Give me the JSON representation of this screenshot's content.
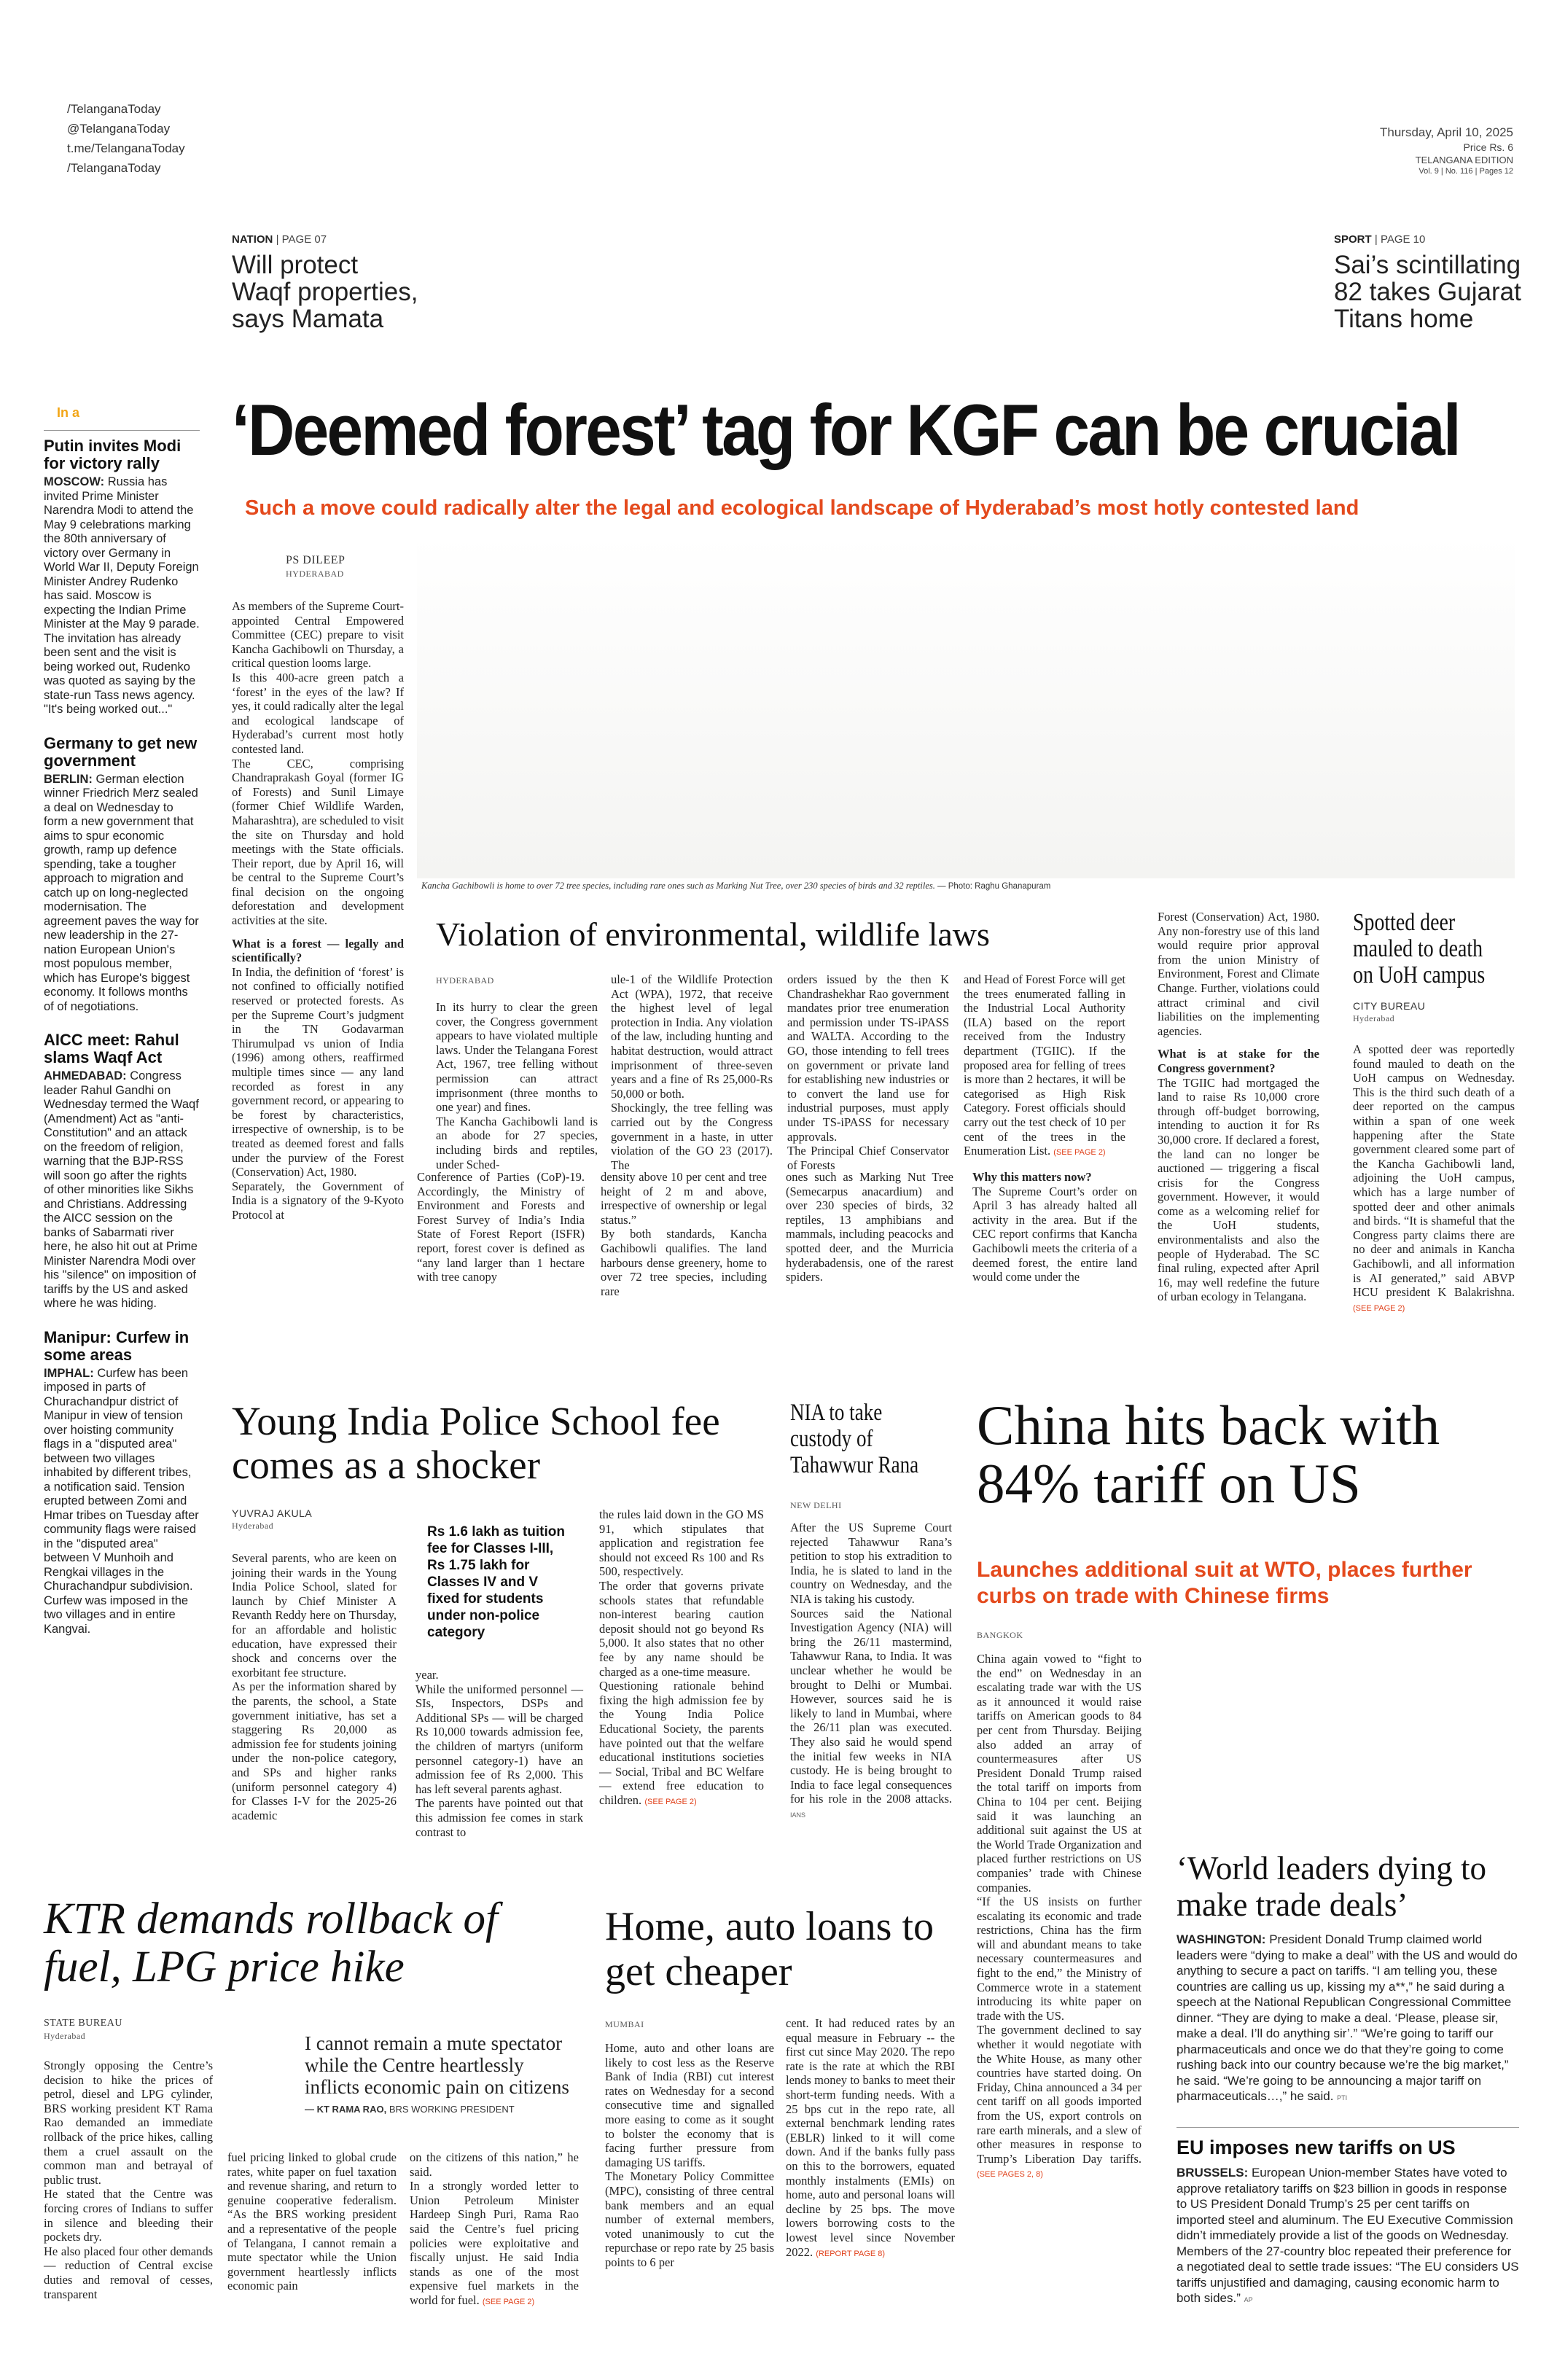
{
  "social": [
    "/TelanganaToday",
    "@TelanganaToday",
    "t.me/TelanganaToday",
    "/TelanganaToday"
  ],
  "dateline": {
    "date": "Thursday, April 10, 2025",
    "price": "Price Rs. 6",
    "edition": "TELANGANA EDITION",
    "vol": "Vol. 9 | No. 116 | Pages 12"
  },
  "teasers": [
    {
      "section": "NATION",
      "page": "PAGE 07",
      "text": "Will protect Waqf properties, says Mamata"
    },
    {
      "section": "SPORT",
      "page": "PAGE 10",
      "text": "Sai’s scintillating 82 takes Gujarat Titans home"
    }
  ],
  "sidebar_tag": "In a",
  "briefs": [
    {
      "title": "Putin invites Modi for victory rally",
      "place": "MOSCOW:",
      "text": "Russia has invited Prime Minister Narendra Modi to attend the May 9 celebrations marking the 80th anniversary of victory over Germany in World War II, Deputy Foreign Minister Andrey Rudenko has said. Moscow is expecting the Indian Prime Minister at the May 9 parade. The invitation has already been sent and the visit is being worked out, Rudenko was quoted as saying by the state-run Tass news agency. \"It's being worked out...\""
    },
    {
      "title": "Germany to get new government",
      "place": "BERLIN:",
      "text": "German election winner Friedrich Merz sealed a deal on Wednesday to form a new government that aims to spur economic growth, ramp up defence spending, take a tougher approach to migration and catch up on long-neglected modernisation. The agreement paves the way for new leadership in the 27-nation European Union's most populous member, which has Europe's biggest economy. It follows months of of negotiations."
    },
    {
      "title": "AICC meet: Rahul slams Waqf Act",
      "place": "AHMEDABAD:",
      "text": "Congress leader Rahul Gandhi on Wednesday termed the Waqf (Amendment) Act as \"anti-Constitution\" and an attack on the freedom of religion, warning that the BJP-RSS will soon go after the rights of other minorities like Sikhs and Christians. Addressing the AICC session on the banks of Sabarmati river here, he also hit out at Prime Minister Narendra Modi over his \"silence\" on imposition of tariffs by the US and asked where he was hiding."
    },
    {
      "title": "Manipur: Curfew in some areas",
      "place": "IMPHAL:",
      "text": "Curfew has been imposed in parts of Churachandpur district of Manipur in view of tension over hoisting community flags in a \"disputed area\" between two villages inhabited by different tribes, a notification said. Tension erupted between Zomi and Hmar tribes on Tuesday after community flags were raised in the \"disputed area\" between V Munhoih and Rengkai villages in the Churachandpur subdivision. Curfew was imposed in the two villages and in entire Kangvai."
    }
  ],
  "lead": {
    "headline": "‘Deemed forest’ tag for KGF can be crucial",
    "subhead": "Such a move could radically alter the legal and ecological landscape of Hyderabad’s most hotly contested land",
    "byline": "PS DILEEP",
    "place": "HYDERABAD",
    "col1": "As members of the Supreme Court-appointed Central Empowered Committee (CEC) prepare to visit Kancha Gachibowli on Thursday, a critical question looms large.\nIs this 400-acre green patch a ‘forest’ in the eyes of the law? If yes, it could radically alter the legal and ecological landscape of Hyderabad’s current most hotly contested land.\nThe CEC, comprising Chandraprakash Goyal (former IG of Forests) and Sunil Limaye (former Chief Wildlife Warden, Maharashtra), are scheduled to visit the site on Thursday and hold meetings with the State officials. Their report, due by April 16, will be central to the Supreme Court’s final decision on the ongoing deforestation and development activities at the site.",
    "sub1": "What is a forest — legally and scientifically?",
    "col1b": "In India, the definition of ‘forest’ is not confined to officially notified reserved or protected forests. As per the Supreme Court’s judgment in the TN Godavarman Thirumulpad vs union of India (1996) among others, reaffirmed multiple times since — any land recorded as forest in any government record, or appearing to be forest by characteristics, irrespective of ownership, is to be treated as deemed forest and falls under the purview of the Forest (Conservation) Act, 1980.\nSeparately, the Government of India is a signatory of the 9-Kyoto Protocol at",
    "photo_caption": "Kancha Gachibowli is home to over 72 tree species, including rare ones such as Marking Nut Tree, over 230 species of birds and 32 reptiles.",
    "photo_credit": "— Photo: Raghu Ghanapuram",
    "b1": "Conference of Parties (CoP)-19. Accordingly, the Ministry of Environment and Forests and Forest Survey of India’s India State of Forest Report (ISFR) report, forest cover is defined as “any land larger than 1 hectare with tree canopy",
    "b2": "density above 10 per cent and tree height of 2 m and above, irrespective of ownership or legal status.”\nBy both standards, Kancha Gachibowli qualifies. The land harbours dense greenery, home to over 72 tree species, including rare",
    "b3": "ones such as Marking Nut Tree (Semecarpus anacardium) and over 230 species of birds, 32 reptiles, 13 amphibians and mammals, including peacocks and spotted deer, and the Murricia hyderabadensis, one of the rarest spiders.",
    "b4sub": "Why this matters now?",
    "b4": "The Supreme Court’s order on April 3 has already halted all activity in the area. But if the CEC report confirms that Kancha Gachibowli meets the criteria of a deemed forest, the entire land would come under the",
    "b5": "Forest (Conservation) Act, 1980. Any non-forestry use of this land would require prior approval from the union Ministry of Environment, Forest and Climate Change. Further, violations could attract criminal and civil liabilities on the implementing agencies.",
    "b5sub": "What is at stake for the Congress government?",
    "b5b": "The TGIIC had mortgaged the land to raise Rs 10,000 crore through off-budget borrowing, intending to auction it for Rs 30,000 crore. If declared a forest, the land can no longer be auctioned — triggering a fiscal crisis for the Congress government. However, it would come as a welcoming relief for the UoH students, environmentalists and also the people of Hyderabad. The SC final ruling, expected after April 16, may well redefine the future of urban ecology in Telangana."
  },
  "violation": {
    "headline": "Violation of environmental, wildlife laws",
    "place": "HYDERABAD",
    "c1": "In its hurry to clear the green cover, the Congress government appears to have violated multiple laws. Under the Telangana Forest Act, 1967, tree felling without permission can attract imprisonment (three months to one year) and fines.\nThe Kancha Gachibowli land is an abode for 27 species, including birds and reptiles, under Sched-",
    "c2": "ule-1 of the Wildlife Protection Act (WPA), 1972, that receive the highest level of legal protection in India. Any violation of the law, including hunting and habitat destruction, would attract imprisonment of three-seven years and a fine of Rs 25,000-Rs 50,000 or both.\nShockingly, the tree felling was carried out by the Congress government in a haste, in utter violation of the GO 23 (2017). The",
    "c3": "orders issued by the then K Chandrashekhar Rao government mandates prior tree enumeration and permission under TS-iPASS and WALTA. According to the GO, those intending to fell trees on government or private land for establishing new industries or to convert the land use for industrial purposes, must apply under TS-iPASS for necessary approvals.\nThe Principal Chief Conservator of Forests",
    "c4": "and Head of Forest Force will get the trees enumerated falling in the Industrial Local Authority (ILA) based on the report received from the Industry department (TGIIC). If the proposed area for felling of trees is more than 2 hectares, it will be categorised as High Risk Category. Forest officials should carry out the test check of 10 per cent of the trees in the Enumeration List.",
    "see": "(SEE PAGE 2)"
  },
  "deer": {
    "headline": "Spotted deer mauled to death on UoH campus",
    "byline": "CITY BUREAU",
    "place": "Hyderabad",
    "text": "A spotted deer was reportedly found mauled to death on the UoH campus on Wednesday. This is the third such death of a deer reported on the campus within a span of one week happening after the State government cleared some part of the Kancha Gachibowli land, adjoining the UoH campus, which has a large number of spotted deer and other animals and birds. “It is shameful that the Congress party claims there are no deer and animals in Kancha Gachibowli, and all information is AI generated,” said ABVP HCU president K Balakrishna.",
    "see": "(SEE PAGE 2)"
  },
  "police": {
    "headline": "Young India Police School fee comes as a shocker",
    "byline": "YUVRAJ AKULA",
    "place": "Hyderabad",
    "c1": "Several parents, who are keen on joining their wards in the Young India Police School, slated for launch by Chief Minister A Revanth Reddy here on Thursday, for an affordable and holistic education, have expressed their shock and concerns over the exorbitant fee structure.\nAs per the information shared by the parents, the school, a State government initiative, has set a staggering Rs 20,000 as admission fee for students joining under the non-police category, and SPs and higher ranks (uniform personnel category 4) for Classes I-V for the 2025-26 academic",
    "pull": "Rs 1.6 lakh as tuition fee for Classes I-III, Rs 1.75 lakh for Classes IV and V fixed for students under non-police category",
    "c2": "year.\nWhile the uniformed personnel — SIs, Inspectors, DSPs and Additional SPs — will be charged Rs 10,000 towards admission fee, the children of martyrs (uniform personnel category-1) have an admission fee of Rs 2,000. This has left several parents aghast.\nThe parents have pointed out that this admission fee comes in stark contrast to",
    "c3": "the rules laid down in the GO MS 91, which stipulates that application and registration fee should not exceed Rs 100 and Rs 500, respectively.\nThe order that governs private schools states that refundable non-interest bearing caution deposit should not go beyond Rs 5,000. It also states that no other fee by any name should be charged as a one-time measure.\nQuestioning rationale behind fixing the high admission fee by the Young India Police Educational Society, the parents have pointed out that the welfare educational institutions societies — Social, Tribal and BC Welfare — extend free education to children.",
    "see": "(SEE PAGE 2)"
  },
  "nia": {
    "headline": "NIA to take custody of Tahawwur Rana",
    "place": "NEW DELHI",
    "text": "After the US Supreme Court rejected Tahawwur Rana’s petition to stop his extradition to India, he is slated to land in the country on Wednesday, and the NIA is taking his custody.\nSources said the National Investigation Agency (NIA) will bring the 26/11 mastermind, Tahawwur Rana, to India. It was unclear whether he would be brought to Delhi or Mumbai. However, sources said he is likely to land in Mumbai, where the 26/11 plan was executed. They also said he would spend the initial few weeks in NIA custody. He is being brought to India to face legal consequences for his role in the 2008 attacks.",
    "ians": "IANS"
  },
  "china": {
    "headline": "China hits back with 84% tariff on US",
    "subhead": "Launches additional suit at WTO, places further curbs on trade with Chinese firms",
    "place": "BANGKOK",
    "text": "China again vowed to “fight to the end” on Wednesday in an escalating trade war with the US as it announced it would raise tariffs on American goods to 84 per cent from Thursday. Beijing also added an array of countermeasures after US President Donald Trump raised the total tariff on imports from China to 104 per cent. Beijing said it was launching an additional suit against the US at the World Trade Organization and placed further restrictions on US companies’ trade with Chinese companies.\n“If the US insists on further escalating its economic and trade restrictions, China has the firm will and abundant means to take necessary countermeasures and fight to the end,” the Ministry of Commerce wrote in a statement introducing its white paper on trade with the US.\nThe government declined to say whether it would negotiate with the White House, as many other countries have started doing. On Friday, China announced a 34 per cent tariff on all goods imported from the US, export controls on rare earth minerals, and a slew of other measures in response to Trump’s Liberation Day tariffs.",
    "see": "(SEE PAGES 2, 8)"
  },
  "trump": {
    "headline": "‘World leaders dying to make trade deals’",
    "place": "WASHINGTON:",
    "text": "President Donald Trump claimed world leaders were “dying to make a deal” with the US and would do anything to secure a pact on tariffs. “I am telling you, these countries are calling us up, kissing my a**,” he said during a speech at the National Republican Congressional Committee dinner. “They are dying to make a deal. ‘Please, please sir, make a deal. I’ll do anything sir’.” “We’re going to tariff our pharmaceuticals and once we do that they’re going to come rushing back into our country because we’re the big market,” he said. “We’re going to be announcing a major tariff on pharmaceuticals…,” he said.",
    "pti": "PTI"
  },
  "eu": {
    "headline": "EU imposes new tariffs on US",
    "place": "BRUSSELS:",
    "text": "European Union-member States have voted to approve retaliatory tariffs on $23 billion in goods in response to US President Donald Trump’s 25 per cent tariffs on imported steel and aluminum. The EU Executive Commission didn’t immediately provide a list of the goods on Wednesday. Members of the 27-country bloc repeated their preference for a negotiated deal to settle trade issues: “The EU considers US tariffs unjustified and damaging, causing economic harm to both sides.”",
    "ap": "AP"
  },
  "ktr": {
    "headline": "KTR demands rollback of fuel, LPG price hike",
    "byline": "STATE BUREAU",
    "place": "Hyderabad",
    "quote": "I cannot remain a mute spectator while the Centre heartlessly inflicts economic pain on citizens",
    "quote_by": "— KT RAMA RAO,",
    "quote_role": "BRS WORKING PRESIDENT",
    "c1": "Strongly opposing the Centre’s decision to hike the prices of petrol, diesel and LPG cylinder, BRS working president KT Rama Rao demanded an immediate rollback of the price hikes, calling them a cruel assault on the common man and betrayal of public trust.\nHe stated that the Centre was forcing crores of Indians to suffer in silence and bleeding their pockets dry.\nHe also placed four other demands — reduction of Central excise duties and removal of cesses, transparent",
    "c2": "fuel pricing linked to global crude rates, white paper on fuel taxation and revenue sharing, and return to genuine cooperative federalism. “As the BRS working president and a representative of the people of Telangana, I cannot remain a mute spectator while the Union government heartlessly inflicts economic pain",
    "c3": "on the citizens of this nation,” he said.\nIn a strongly worded letter to Union Petroleum Minister Hardeep Singh Puri, Rama Rao said the Centre’s fuel pricing policies were exploitative and fiscally unjust. He said India stands as one of the most expensive fuel markets in the world for fuel.",
    "see": "(SEE PAGE 2)"
  },
  "loans": {
    "headline": "Home, auto loans to get cheaper",
    "place": "MUMBAI",
    "c1": "Home, auto and other loans are likely to cost less as the Reserve Bank of India (RBI) cut interest rates on Wednesday for a second consecutive time and signalled more easing to come as it sought to bolster the economy that is facing further pressure from damaging US tariffs.\nThe Monetary Policy Committee (MPC), consisting of three central bank members and an equal number of external members, voted unanimously to cut the repurchase or repo rate by 25 basis points to 6 per",
    "c2": "cent. It had reduced rates by an equal measure in February -- the first cut since May 2020. The repo rate is the rate at which the RBI lends money to banks to meet their short-term funding needs. With a 25 bps cut in the repo rate, all external benchmark lending rates (EBLR) linked to it will come down. And if the banks fully pass on this to the borrowers, equated monthly instalments (EMIs) on home, auto and personal loans will decline by 25 bps. The move lowers borrowing costs to the lowest level since November 2022.",
    "see": "(REPORT PAGE 8)"
  }
}
